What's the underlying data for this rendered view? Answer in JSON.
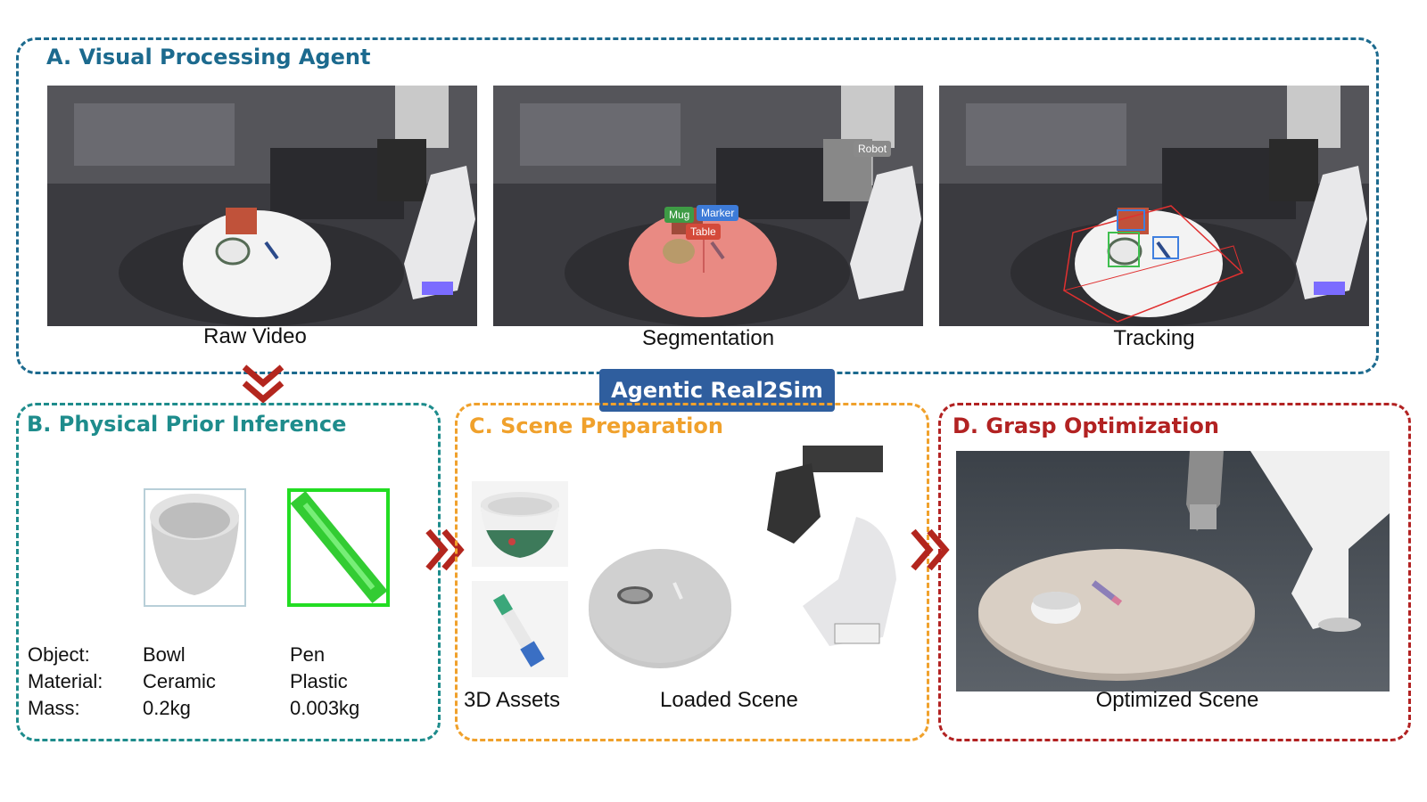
{
  "banner": "Agentic Real2Sim",
  "panel_a": {
    "title": "A. Visual Processing Agent",
    "captions": [
      "Raw Video",
      "Segmentation",
      "Tracking"
    ],
    "tags": {
      "robot": "Robot",
      "mug": "Mug",
      "marker": "Marker",
      "table": "Table"
    }
  },
  "panel_b": {
    "title": "B. Physical Prior Inference",
    "row_labels": [
      "Object:",
      "Material:",
      "Mass:"
    ],
    "objects": [
      {
        "object": "Bowl",
        "material": "Ceramic",
        "mass": "0.2kg"
      },
      {
        "object": "Pen",
        "material": "Plastic",
        "mass": "0.003kg"
      }
    ]
  },
  "panel_c": {
    "title": "C. Scene Preparation",
    "captions": [
      "3D Assets",
      "Loaded Scene"
    ]
  },
  "panel_d": {
    "title": "D. Grasp Optimization",
    "caption": "Optimized Scene"
  },
  "colors": {
    "panel_a": "#1c6a8e",
    "panel_b": "#1e8c8c",
    "panel_c": "#f0a12c",
    "panel_d": "#b22222",
    "banner": "#2f5e9e",
    "chevron": "#b3261e"
  }
}
